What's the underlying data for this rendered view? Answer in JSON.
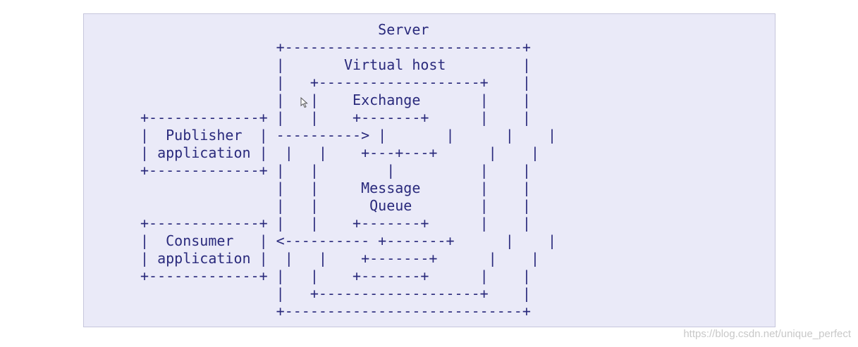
{
  "diagram": {
    "lines": [
      "                            Server",
      "                +----------------------------+",
      "                |       Virtual host         |",
      "                |   +-------------------+    |",
      "                |   |    Exchange       |    |",
      "+-------------+ |   |    +-------+      |    |",
      "|  Publisher  | ----------> |       |      |    |",
      "| application |  |   |    +---+---+      |    |",
      "+-------------+ |   |        |          |    |",
      "                |   |     Message       |    |",
      "                |   |      Queue        |    |",
      "+-------------+ |   |    +-------+      |    |",
      "|  Consumer   | <---------- +-------+      |    |",
      "| application |  |   |    +-------+      |    |",
      "+-------------+ |   |    +-------+      |    |",
      "                |   +-------------------+    |",
      "                +----------------------------+"
    ]
  },
  "watermark": "https://blog.csdn.net/unique_perfect"
}
